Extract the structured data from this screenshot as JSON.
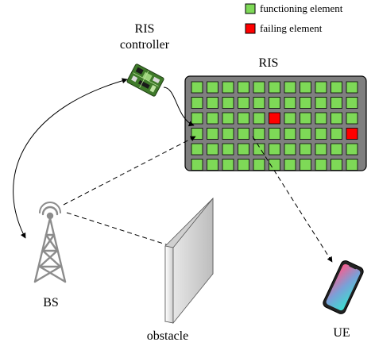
{
  "legend": {
    "functioning_label": "functioning element",
    "failing_label": "failing element",
    "functioning_color": "#7ed957",
    "failing_color": "#ff0000"
  },
  "labels": {
    "ris_controller_line1": "RIS",
    "ris_controller_line2": "controller",
    "ris": "RIS",
    "bs": "BS",
    "obstacle": "obstacle",
    "ue": "UE"
  },
  "ris_grid": {
    "rows": 6,
    "cols": 11,
    "failing_cells": [
      [
        2,
        5
      ],
      [
        3,
        10
      ]
    ],
    "panel_color": "#7f7f7f"
  },
  "icons": [
    "ris-controller-board-icon",
    "bs-tower-icon",
    "obstacle-wall-icon",
    "ue-phone-icon"
  ]
}
